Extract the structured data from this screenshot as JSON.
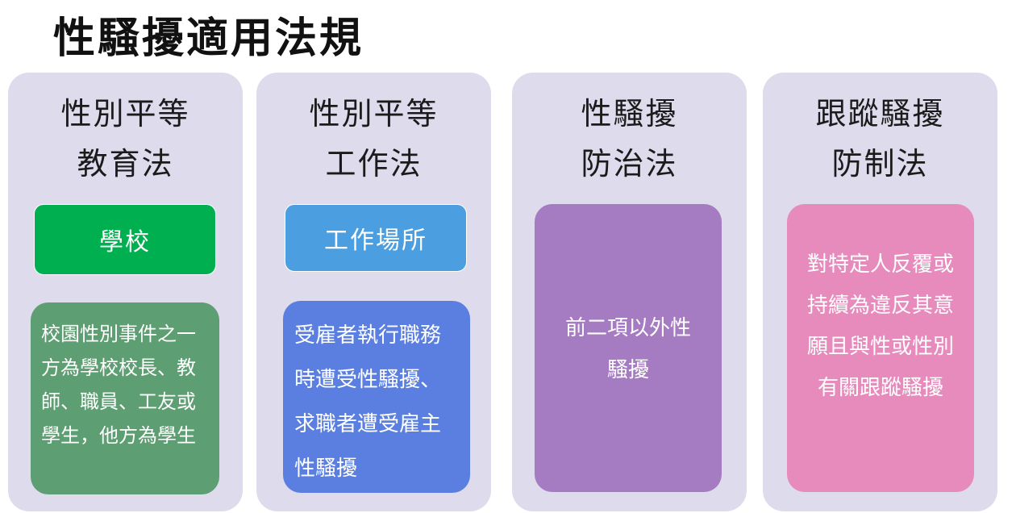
{
  "page_title": "性騷擾適用法規",
  "panels": [
    {
      "title_line1": "性別平等",
      "title_line2": "教育法",
      "scope": "學校",
      "description": "校園性別事件之一方為學校校長、教師、職員、工友或學生，他方為學生"
    },
    {
      "title_line1": "性別平等",
      "title_line2": "工作法",
      "scope": "工作場所",
      "description": "受雇者執行職務時遭受性騷擾、求職者遭受雇主性騷擾"
    },
    {
      "title_line1": "性騷擾",
      "title_line2": "防治法",
      "description": "前二項以外性騷擾"
    },
    {
      "title_line1": "跟蹤騷擾",
      "title_line2": "防制法",
      "description": "對特定人反覆或持續為違反其意願且與性或性別有關跟蹤騷擾"
    }
  ],
  "colors": {
    "panel_bg": "#dedbec",
    "school_green": "#00b050",
    "school_desc_green": "#5d9e72",
    "workplace_blue": "#4b9fe0",
    "workplace_desc_blue": "#5a7fe0",
    "purple": "#a57bc1",
    "pink": "#e78bbd"
  }
}
